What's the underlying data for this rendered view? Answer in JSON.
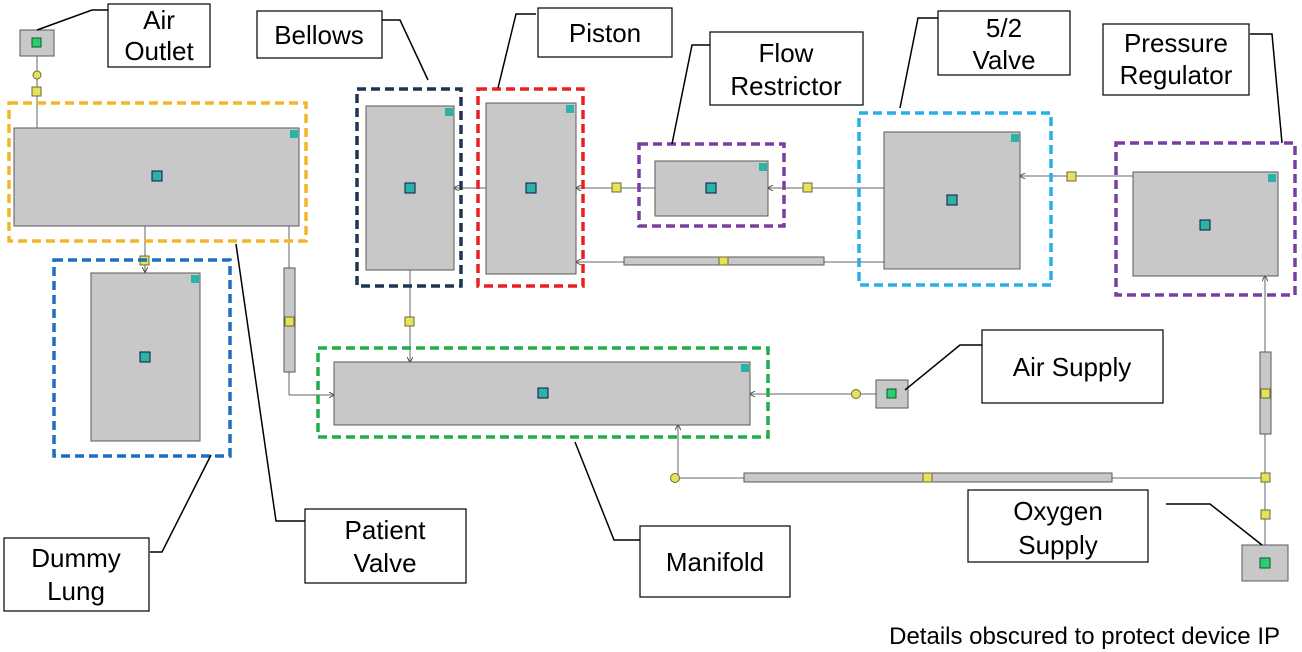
{
  "labels": {
    "air_outlet": [
      "Air",
      "Outlet"
    ],
    "bellows": "Bellows",
    "piston": "Piston",
    "flow_restrictor": [
      "Flow",
      "Restrictor"
    ],
    "valve_52": [
      "5/2",
      "Valve"
    ],
    "pressure_regulator": [
      "Pressure",
      "Regulator"
    ],
    "air_supply": "Air Supply",
    "oxygen_supply": [
      "Oxygen",
      "Supply"
    ],
    "manifold": "Manifold",
    "patient_valve": [
      "Patient",
      "Valve"
    ],
    "dummy_lung": [
      "Dummy",
      "Lung"
    ]
  },
  "caption": "Details obscured to protect device IP",
  "colors": {
    "block_fill": "#c8c8c8",
    "block_stroke": "#5a5a5a",
    "patient_valve_border": "#f3b52b",
    "dummy_lung_border": "#1e6fbf",
    "bellows_border": "#1c3553",
    "piston_border": "#e8201f",
    "flow_restrictor_border": "#7a3ea3",
    "valve_52_border": "#27b0e6",
    "pressure_regulator_border": "#7a3ea3",
    "manifold_border": "#1fae4b",
    "port_fill": "#2ecc71",
    "icon_teal": "#2ab3a6",
    "connector_yellow": "#e8e25a"
  }
}
